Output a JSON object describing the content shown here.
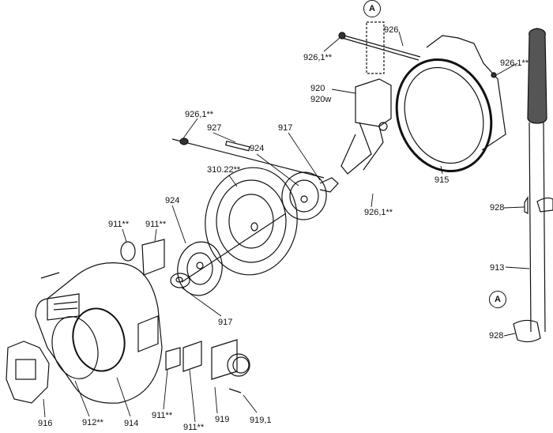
{
  "diagram": {
    "type": "exploded parts drawing",
    "ref_marker_top": "A",
    "ref_marker_right": "A",
    "labels": {
      "p926": "926",
      "p926_1_top": "926,1**",
      "p926_1_right": "926,1**",
      "p920": "920",
      "p920w": "920w",
      "p926_1_left": "926,1**",
      "p927": "927",
      "p917_top": "917",
      "p924_top": "924",
      "p310_22": "310.22**",
      "p924_left": "924",
      "p911_a": "911**",
      "p911_b": "911**",
      "p917_mid": "917",
      "p926_1_mid": "926,1**",
      "p915": "915",
      "p928_top": "928",
      "p913": "913",
      "p928_bottom": "928",
      "p916": "916",
      "p912": "912**",
      "p914": "914",
      "p911_c": "911**",
      "p911_d": "911**",
      "p919": "919",
      "p919_1": "919,1"
    }
  }
}
